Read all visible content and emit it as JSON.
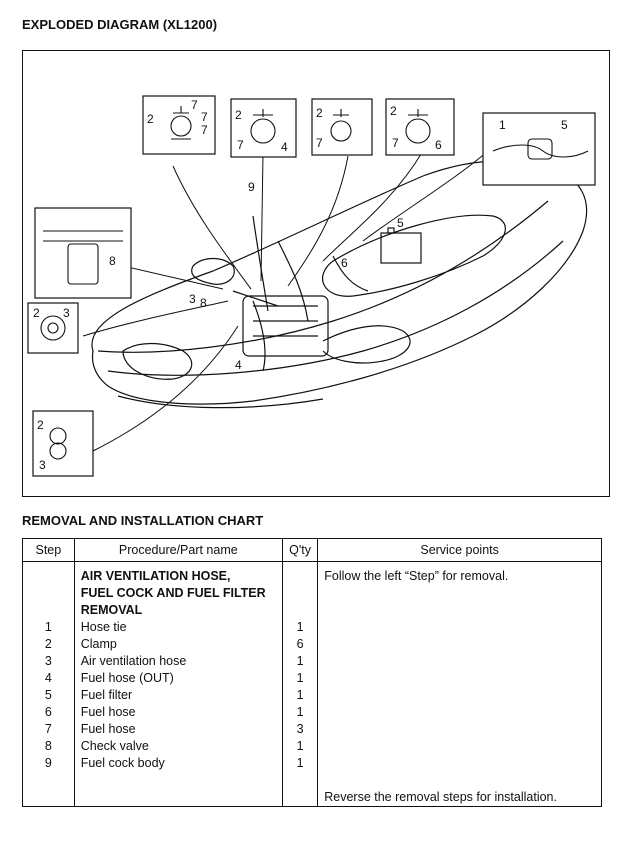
{
  "diagram": {
    "title": "EXPLODED DIAGRAM (XL1200)",
    "callouts": {
      "inset_a": [
        "2",
        "7",
        "7",
        "7"
      ],
      "inset_b": [
        "2",
        "7",
        "4"
      ],
      "inset_c": [
        "2",
        "7"
      ],
      "inset_d": [
        "2",
        "7",
        "6"
      ],
      "inset_e": [
        "1",
        "5"
      ],
      "inset_f": [
        "8"
      ],
      "inset_g": [
        "2",
        "3"
      ],
      "inset_h": [
        "2",
        "3"
      ],
      "main": [
        "9",
        "5",
        "6",
        "3",
        "8",
        "4"
      ]
    }
  },
  "chart": {
    "title": "REMOVAL AND INSTALLATION CHART",
    "headers": {
      "step": "Step",
      "procedure": "Procedure/Part name",
      "qty": "Q'ty",
      "service": "Service points"
    },
    "heading_lines": [
      "AIR VENTILATION HOSE,",
      "FUEL COCK AND FUEL FILTER",
      "REMOVAL"
    ],
    "heading_note": "Follow the left “Step” for removal.",
    "rows": [
      {
        "step": "1",
        "part": "Hose tie",
        "qty": "1"
      },
      {
        "step": "2",
        "part": "Clamp",
        "qty": "6"
      },
      {
        "step": "3",
        "part": "Air ventilation hose",
        "qty": "1"
      },
      {
        "step": "4",
        "part": "Fuel hose (OUT)",
        "qty": "1"
      },
      {
        "step": "5",
        "part": "Fuel filter",
        "qty": "1"
      },
      {
        "step": "6",
        "part": "Fuel hose",
        "qty": "1"
      },
      {
        "step": "7",
        "part": "Fuel hose",
        "qty": "3"
      },
      {
        "step": "8",
        "part": "Check valve",
        "qty": "1"
      },
      {
        "step": "9",
        "part": "Fuel cock body",
        "qty": "1"
      }
    ],
    "footer_note": "Reverse the removal steps for installation."
  }
}
